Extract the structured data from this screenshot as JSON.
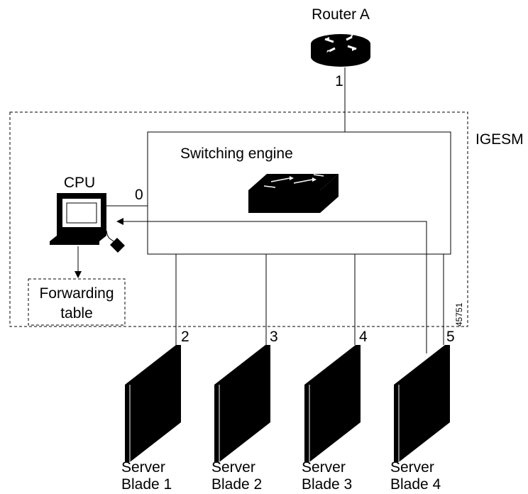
{
  "router": {
    "label": "Router A"
  },
  "chassis": {
    "label": "IGESM",
    "figure_id": "45751"
  },
  "switch": {
    "label": "Switching engine"
  },
  "cpu": {
    "label": "CPU"
  },
  "forwarding_table": {
    "line1": "Forwarding",
    "line2": "table"
  },
  "ports": {
    "p0": "0",
    "p1": "1",
    "p2": "2",
    "p3": "3",
    "p4": "4",
    "p5": "5"
  },
  "blades": [
    {
      "line1": "Server",
      "line2": "Blade 1"
    },
    {
      "line1": "Server",
      "line2": "Blade 2"
    },
    {
      "line1": "Server",
      "line2": "Blade 3"
    },
    {
      "line1": "Server",
      "line2": "Blade 4"
    }
  ]
}
